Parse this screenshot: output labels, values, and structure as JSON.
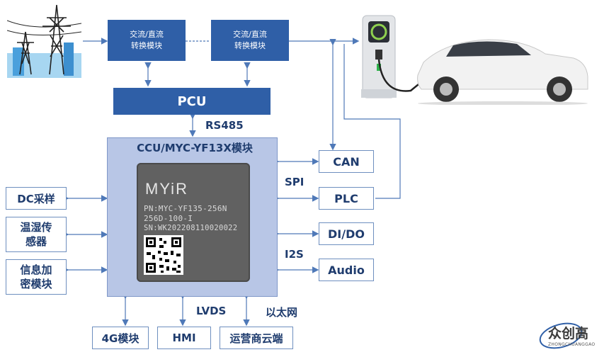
{
  "converter_label": "交流/直流\n转换模块",
  "converter_2_label": "交流/直流\n转换模块",
  "pcu_label": "PCU",
  "rs485_label": "RS485",
  "ccu_title": "CCU/MYC-YF13X模块",
  "chip": {
    "brand": "MYiR",
    "pn": "PN:MYC-YF135-256N",
    "variant": "256D-100-I",
    "sn": "SN:WK202208110020022"
  },
  "left_boxes": [
    "DC采样",
    "温湿传\n感器",
    "信息加\n密模块"
  ],
  "right_boxes": [
    "CAN",
    "PLC",
    "DI/DO",
    "Audio"
  ],
  "right_labels": {
    "spi": "SPI",
    "i2s": "I2S"
  },
  "bottom_boxes": [
    "4G模块",
    "HMI",
    "运营商云端"
  ],
  "bottom_labels": {
    "lvds": "LVDS",
    "ethernet": "以太网"
  },
  "watermark": {
    "cn": "众创高",
    "en": "ZHONGCHUANGGAO"
  },
  "colors": {
    "dark_blue": "#2f5fa7",
    "ccu_fill": "#b8c6e6",
    "box_border": "#6e8fbf",
    "text": "#1f3c6e",
    "arrow": "#4f79b8"
  }
}
